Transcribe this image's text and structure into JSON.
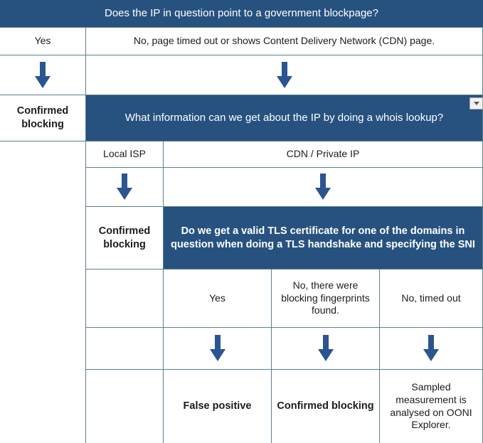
{
  "colors": {
    "question_bg": "#27527f",
    "question_text": "#ffffff",
    "border": "#5d7f8c",
    "arrow": "#2a5590",
    "page_bg": "#ffffff",
    "body_text": "#1c1c1c"
  },
  "flow": {
    "title": "Does the IP in question point to a government blockpage?",
    "q1": {
      "text": "Does the IP in question point to a government blockpage?",
      "answers": {
        "yes": "Yes",
        "no": "No, page timed out or shows Content Delivery Network (CDN) page."
      },
      "yes_outcome": "Confirmed blocking"
    },
    "q2": {
      "text": "What information can we get about the IP by doing a whois lookup?",
      "answers": {
        "local_isp": "Local ISP",
        "cdn": "CDN / Private IP"
      },
      "local_isp_outcome": "Confirmed blocking"
    },
    "q3": {
      "text": "Do we get a valid TLS certificate for one of the domains in question when doing a TLS handshake and specifying the SNI",
      "answers": {
        "yes": "Yes",
        "fingerprints": "No, there were blocking fingerprints found.",
        "timeout": "No, timed out"
      },
      "outcomes": {
        "yes": "False positive",
        "fingerprints": "Confirmed blocking",
        "timeout": "Sampled measurement is analysed on OONI Explorer."
      }
    },
    "dropdown": {
      "icon": "chevron-down-icon",
      "label": ""
    },
    "arrow_icon": "down-arrow-icon"
  }
}
